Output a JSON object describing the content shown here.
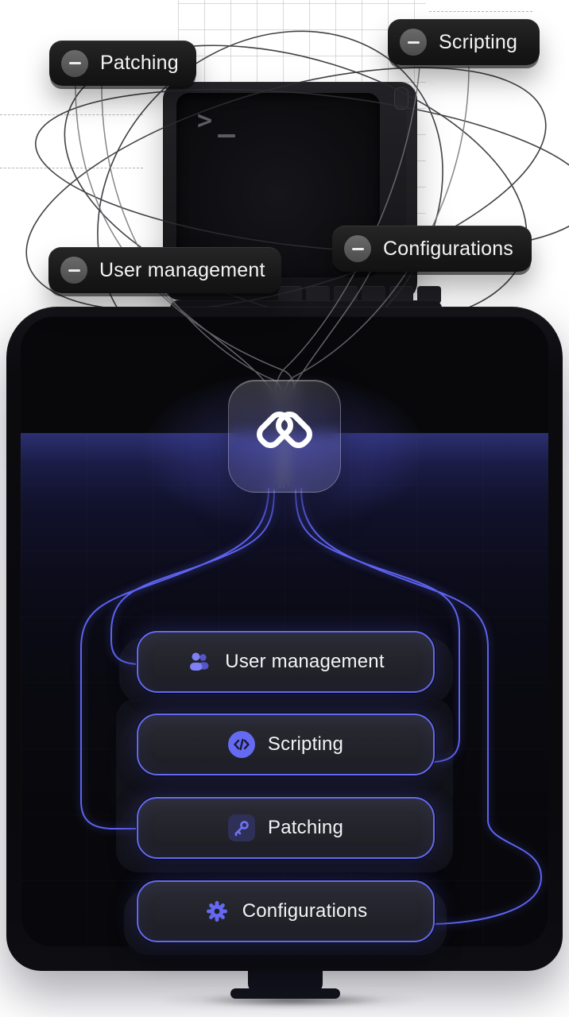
{
  "terminal": {
    "prompt_line1": ">",
    "prompt_line2": "_"
  },
  "top_labels": [
    {
      "id": "patching",
      "label": "Patching"
    },
    {
      "id": "scripting",
      "label": "Scripting"
    },
    {
      "id": "configurations",
      "label": "Configurations"
    },
    {
      "id": "user_management",
      "label": "User management"
    }
  ],
  "feature_buttons": [
    {
      "id": "user_management",
      "label": "User management",
      "icon": "users-icon"
    },
    {
      "id": "scripting",
      "label": "Scripting",
      "icon": "code-icon"
    },
    {
      "id": "patching",
      "label": "Patching",
      "icon": "key-icon"
    },
    {
      "id": "configurations",
      "label": "Configurations",
      "icon": "gear-icon"
    }
  ],
  "colors": {
    "accent": "#646af0",
    "accent_light": "#7e80f7",
    "horizon_blue": "#5b6aff",
    "pill_background": "#1b1b1b",
    "screen_navy": "#171940",
    "page_background": "#ffffff"
  }
}
